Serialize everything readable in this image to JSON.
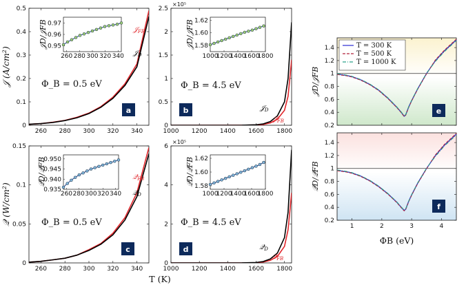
{
  "chart_data": [
    {
      "id": "a",
      "type": "line",
      "badge": "a",
      "ylabel": "𝒥 (A/cm²)",
      "annotation": "Φ_B = 0.5 eV",
      "xlim": [
        250,
        350
      ],
      "ylim": [
        0,
        0.5
      ],
      "xticks": [
        260,
        280,
        300,
        320,
        340
      ],
      "yticks": [
        0,
        0.1,
        0.2,
        0.3,
        0.4,
        0.5
      ],
      "ytick_labels": [
        "0",
        "0.1",
        "0.2",
        "0.3",
        "0.4",
        "0.5"
      ],
      "series": [
        {
          "name": "𝒥_D",
          "color": "#000000",
          "x": [
            250,
            260,
            270,
            280,
            290,
            300,
            310,
            320,
            330,
            340,
            350
          ],
          "y": [
            0.004,
            0.007,
            0.012,
            0.02,
            0.032,
            0.05,
            0.077,
            0.115,
            0.17,
            0.25,
            0.465
          ]
        },
        {
          "name": "𝒥_FB",
          "color": "#e0262b",
          "x": [
            250,
            260,
            270,
            280,
            290,
            300,
            310,
            320,
            330,
            340,
            350
          ],
          "y": [
            0.004,
            0.007,
            0.013,
            0.021,
            0.034,
            0.052,
            0.08,
            0.12,
            0.177,
            0.262,
            0.49
          ]
        }
      ],
      "inset": {
        "ylabel": "𝒥_D/𝒥_FB",
        "xlim": [
          255,
          345
        ],
        "ylim": [
          0.945,
          0.975
        ],
        "xticks": [
          260,
          280,
          300,
          320,
          340
        ],
        "yticks": [
          0.95,
          0.96,
          0.97
        ],
        "ytick_labels": [
          "0.95",
          "0.96",
          "0.97"
        ],
        "x": [
          255,
          260,
          270,
          280,
          290,
          300,
          310,
          320,
          330,
          340,
          345
        ],
        "y": [
          0.951,
          0.953,
          0.956,
          0.959,
          0.961,
          0.963,
          0.965,
          0.967,
          0.968,
          0.969,
          0.97
        ]
      }
    },
    {
      "id": "b",
      "type": "line",
      "badge": "b",
      "ylabel": "",
      "annotation": "Φ_B = 4.5 eV",
      "multiplier": "×10⁵",
      "xlim": [
        1000,
        1850
      ],
      "ylim": [
        0,
        2.5
      ],
      "xticks": [
        1000,
        1200,
        1400,
        1600,
        1800
      ],
      "yticks": [
        0,
        0.5,
        1,
        1.5,
        2,
        2.5
      ],
      "ytick_labels": [
        "0",
        "0.5",
        "1",
        "1.5",
        "2",
        "2.5"
      ],
      "series": [
        {
          "name": "𝒥_D",
          "color": "#000000",
          "x": [
            1000,
            1500,
            1600,
            1650,
            1700,
            1750,
            1800,
            1825,
            1850
          ],
          "y": [
            0,
            0.001,
            0.01,
            0.03,
            0.08,
            0.2,
            0.5,
            1.0,
            2.2
          ]
        },
        {
          "name": "𝒥_FB",
          "color": "#e0262b",
          "x": [
            1000,
            1500,
            1600,
            1650,
            1700,
            1750,
            1800,
            1825,
            1850
          ],
          "y": [
            0,
            0.001,
            0.006,
            0.018,
            0.05,
            0.13,
            0.32,
            0.62,
            1.4
          ]
        }
      ],
      "inset": {
        "ylabel": "𝒥_D/𝒥_FB",
        "xlim": [
          1000,
          1800
        ],
        "ylim": [
          1.57,
          1.625
        ],
        "xticks": [
          1000,
          1200,
          1400,
          1600,
          1800
        ],
        "yticks": [
          1.58,
          1.6,
          1.62
        ],
        "ytick_labels": [
          "1.58",
          "1.60",
          "1.62"
        ],
        "x": [
          1000,
          1100,
          1200,
          1300,
          1400,
          1500,
          1600,
          1700,
          1775
        ],
        "y": [
          1.581,
          1.585,
          1.589,
          1.593,
          1.597,
          1.601,
          1.604,
          1.608,
          1.611
        ]
      }
    },
    {
      "id": "c",
      "type": "line",
      "badge": "c",
      "ylabel": "𝒬 (W/cm²)",
      "annotation": "Φ_B = 0.5 eV",
      "xlim": [
        250,
        350
      ],
      "ylim": [
        0,
        0.15
      ],
      "xticks": [
        260,
        280,
        300,
        320,
        340
      ],
      "yticks": [
        0,
        0.05,
        0.1,
        0.15
      ],
      "ytick_labels": [
        "0",
        "0.05",
        "0.1",
        "0.15"
      ],
      "series": [
        {
          "name": "𝒬_D",
          "color": "#000000",
          "x": [
            250,
            260,
            270,
            280,
            290,
            300,
            310,
            320,
            330,
            340,
            350
          ],
          "y": [
            0.001,
            0.002,
            0.004,
            0.006,
            0.01,
            0.016,
            0.024,
            0.036,
            0.055,
            0.085,
            0.14
          ]
        },
        {
          "name": "𝒬_FB",
          "color": "#e0262b",
          "x": [
            250,
            260,
            270,
            280,
            290,
            300,
            310,
            320,
            330,
            340,
            350
          ],
          "y": [
            0.001,
            0.002,
            0.004,
            0.006,
            0.01,
            0.017,
            0.025,
            0.038,
            0.058,
            0.09,
            0.148
          ]
        }
      ],
      "inset": {
        "ylabel": "𝒬_D/𝒬_FB",
        "xlim": [
          255,
          345
        ],
        "ylim": [
          0.935,
          0.952
        ],
        "xticks": [
          260,
          280,
          300,
          320,
          340
        ],
        "yticks": [
          0.935,
          0.94,
          0.945,
          0.95
        ],
        "ytick_labels": [
          "0.935",
          "0.940",
          "0.945",
          "0.950"
        ],
        "x": [
          255,
          260,
          270,
          280,
          290,
          300,
          310,
          320,
          330,
          340,
          345
        ],
        "y": [
          0.936,
          0.9375,
          0.94,
          0.942,
          0.9435,
          0.945,
          0.946,
          0.947,
          0.948,
          0.949,
          0.9495
        ]
      }
    },
    {
      "id": "d",
      "type": "line",
      "badge": "d",
      "ylabel": "",
      "annotation": "Φ_B = 4.5 eV",
      "multiplier": "×10⁵",
      "xlim": [
        1000,
        1850
      ],
      "ylim": [
        0,
        6
      ],
      "xticks": [
        1000,
        1200,
        1400,
        1600,
        1800
      ],
      "yticks": [
        0,
        2,
        4,
        6
      ],
      "ytick_labels": [
        "0",
        "2",
        "4",
        "6"
      ],
      "series": [
        {
          "name": "𝒬_D",
          "color": "#000000",
          "x": [
            1000,
            1500,
            1600,
            1650,
            1700,
            1750,
            1800,
            1825,
            1850
          ],
          "y": [
            0,
            0.002,
            0.02,
            0.07,
            0.2,
            0.5,
            1.3,
            2.6,
            5.8
          ]
        },
        {
          "name": "𝒬_FB",
          "color": "#e0262b",
          "x": [
            1000,
            1500,
            1600,
            1650,
            1700,
            1750,
            1800,
            1825,
            1850
          ],
          "y": [
            0,
            0.001,
            0.012,
            0.045,
            0.13,
            0.33,
            0.85,
            1.7,
            3.6
          ]
        }
      ],
      "inset": {
        "ylabel": "𝒬_D/𝒬_FB",
        "xlim": [
          1000,
          1800
        ],
        "ylim": [
          1.575,
          1.625
        ],
        "xticks": [
          1000,
          1200,
          1400,
          1600,
          1800
        ],
        "yticks": [
          1.58,
          1.6,
          1.62
        ],
        "ytick_labels": [
          "1.58",
          "1.60",
          "1.62"
        ],
        "x": [
          1000,
          1100,
          1200,
          1300,
          1400,
          1500,
          1600,
          1700,
          1775
        ],
        "y": [
          1.582,
          1.586,
          1.59,
          1.594,
          1.598,
          1.602,
          1.606,
          1.61,
          1.614
        ]
      }
    },
    {
      "id": "e",
      "type": "line",
      "badge": "e",
      "ylabel": "𝒥_D/𝒥_FB",
      "xlim": [
        0.5,
        4.5
      ],
      "ylim": [
        0.2,
        1.55
      ],
      "xticks": [
        1,
        2,
        3,
        4
      ],
      "yticks": [
        0.2,
        0.4,
        0.6,
        0.8,
        1,
        1.2,
        1.4
      ],
      "ytick_labels": [
        "0.2",
        "0.4",
        "0.6",
        "0.8",
        "1",
        "1.2",
        "1.4"
      ],
      "legend": [
        {
          "label": "T = 300 K",
          "color": "#3b3bd6",
          "dash": ""
        },
        {
          "label": "T = 500 K",
          "color": "#b0203a",
          "dash": "4,2"
        },
        {
          "label": "T = 1000 K",
          "color": "#2aa08a",
          "dash": "5,2,1,2"
        }
      ],
      "x": [
        0.5,
        0.8,
        1.0,
        1.3,
        1.6,
        1.9,
        2.2,
        2.5,
        2.65,
        2.75,
        2.8,
        2.9,
        3.0,
        3.2,
        3.5,
        3.8,
        4.1,
        4.5
      ],
      "y": [
        0.99,
        0.97,
        0.95,
        0.9,
        0.83,
        0.74,
        0.62,
        0.48,
        0.4,
        0.34,
        0.36,
        0.48,
        0.58,
        0.76,
        1.0,
        1.2,
        1.35,
        1.52
      ],
      "reference_line": 1
    },
    {
      "id": "f",
      "type": "line",
      "badge": "f",
      "ylabel": "𝒬_D/𝒬_FB",
      "xlabel": "Φ_B (eV)",
      "xlim": [
        0.5,
        4.5
      ],
      "ylim": [
        0.2,
        1.55
      ],
      "xticks": [
        1,
        2,
        3,
        4
      ],
      "xtick_labels": [
        "1",
        "2",
        "3",
        "4"
      ],
      "yticks": [
        0.2,
        0.4,
        0.6,
        0.8,
        1,
        1.2,
        1.4
      ],
      "ytick_labels": [
        "0.2",
        "0.4",
        "0.6",
        "0.8",
        "1",
        "1.2",
        "1.4"
      ],
      "x": [
        0.5,
        0.8,
        1.0,
        1.3,
        1.6,
        1.9,
        2.2,
        2.5,
        2.65,
        2.75,
        2.8,
        2.9,
        3.0,
        3.2,
        3.5,
        3.8,
        4.1,
        4.5
      ],
      "y": [
        0.97,
        0.95,
        0.93,
        0.88,
        0.81,
        0.72,
        0.61,
        0.48,
        0.4,
        0.35,
        0.37,
        0.49,
        0.59,
        0.77,
        1.0,
        1.2,
        1.36,
        1.53
      ],
      "reference_line": 1
    }
  ],
  "shared_xlabel": "T (K)"
}
